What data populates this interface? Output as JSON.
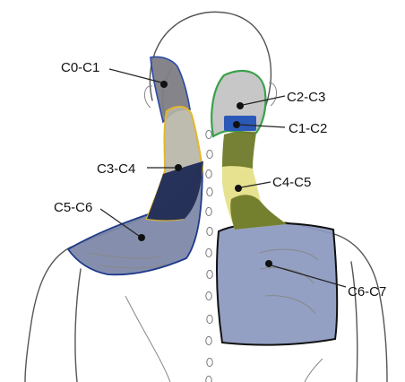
{
  "figure": {
    "labels": {
      "c0_c1": "C0-C1",
      "c1_c2": "C1-C2",
      "c2_c3": "C2-C3",
      "c3_c4": "C3-C4",
      "c4_c5": "C4-C5",
      "c5_c6": "C5-C6",
      "c6_c7": "C6-C7"
    },
    "zone_colors": {
      "c0_c1": "#7d7d84",
      "c1_c2": "#2b59b8",
      "c2_c3": "#c4c4c4",
      "c3_c4": "#b7b4a6",
      "c4_c5": "#e6e08a",
      "c5_c6": "#7b86a6",
      "c6_c7": "#8a98bf",
      "c2_c3_outline": "#3aa14a",
      "c3_c4_outline": "#e3b72b",
      "olive_overlap": "#6f7a2a",
      "dark_overlap": "#1f2a55"
    }
  }
}
